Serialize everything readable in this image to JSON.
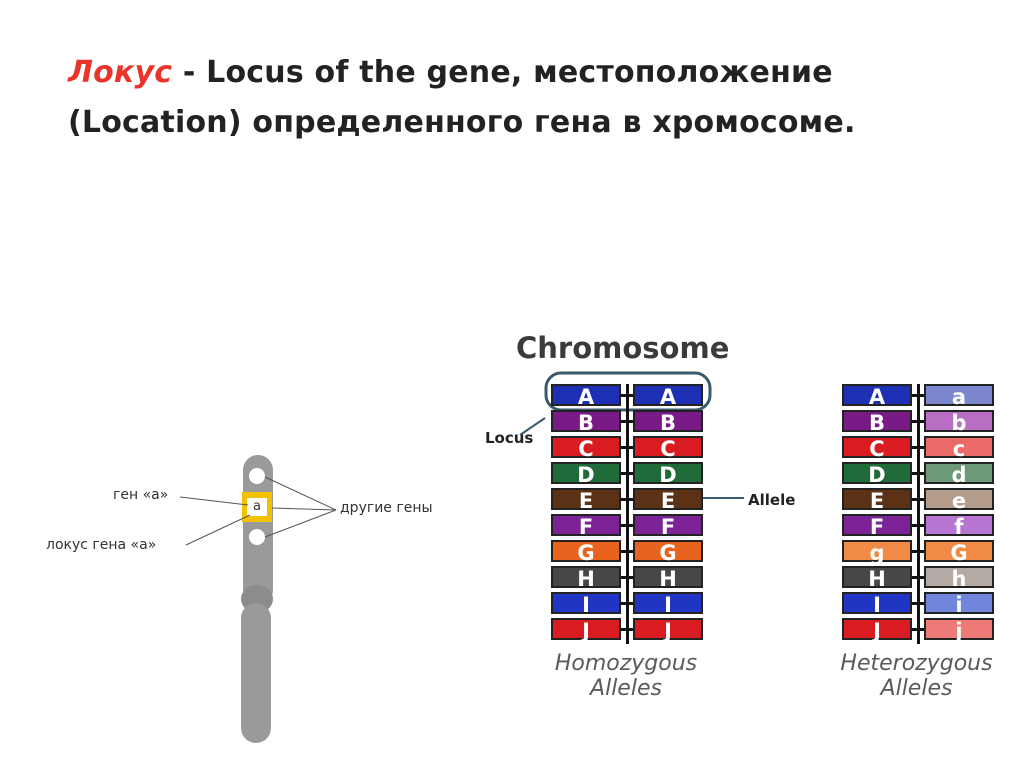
{
  "title": {
    "keyword": "Локус",
    "rest": " - Locus of the gene,  местоположение (Location) определенного гена в хромосоме."
  },
  "left_diagram": {
    "gene_label": "ген «а»",
    "locus_label": "локус гена «а»",
    "other_genes_label": "другие гены",
    "gene_letter": "a"
  },
  "right_diagram": {
    "heading": "Chromosome",
    "locus_label": "Locus",
    "allele_label": "Allele",
    "homozygous": {
      "caption_line1": "Homozygous",
      "caption_line2": "Alleles",
      "left": [
        "A",
        "B",
        "C",
        "D",
        "E",
        "F",
        "G",
        "H",
        "I",
        "J"
      ],
      "right": [
        "A",
        "B",
        "C",
        "D",
        "E",
        "F",
        "G",
        "H",
        "I",
        "J"
      ]
    },
    "heterozygous": {
      "caption_line1": "Heterozygous",
      "caption_line2": "Alleles",
      "left": [
        "A",
        "B",
        "C",
        "D",
        "E",
        "F",
        "g",
        "H",
        "I",
        "J"
      ],
      "right": [
        "a",
        "b",
        "c",
        "d",
        "e",
        "f",
        "G",
        "h",
        "i",
        "j"
      ]
    },
    "colors_dark": [
      "#1d2fb3",
      "#7a1a86",
      "#d81c22",
      "#1f6b3a",
      "#5c3216",
      "#7b2296",
      "#e8641e",
      "#474747",
      "#2135c4",
      "#d81c22"
    ],
    "colors_light": [
      "#7b86cf",
      "#b86ec2",
      "#ea6a68",
      "#6c9a78",
      "#b39c8a",
      "#b776d2",
      "#f08a46",
      "#b3aaa4",
      "#6f86dc",
      "#ee7a78"
    ]
  }
}
